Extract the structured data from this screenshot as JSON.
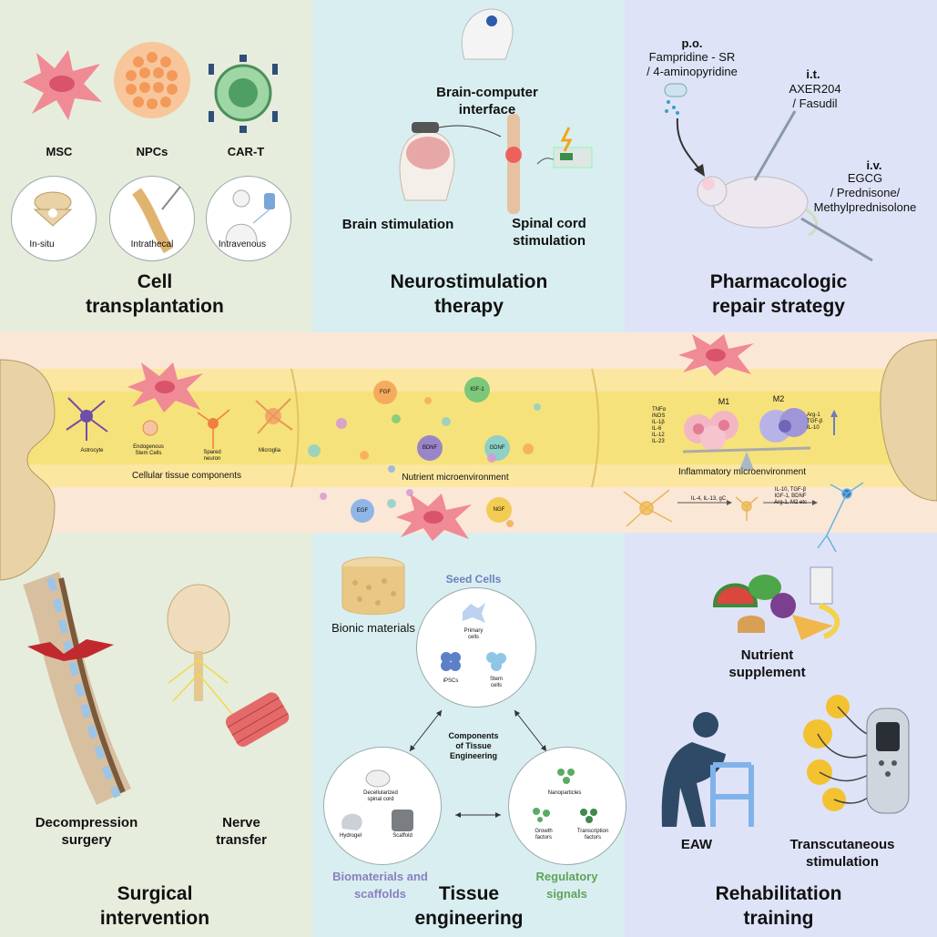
{
  "top_left": {
    "title": "Cell\ntransplantation",
    "cells": [
      "MSC",
      "NPCs",
      "CAR-T"
    ],
    "routes": [
      "In-situ",
      "Intrathecal",
      "Intravenous"
    ]
  },
  "top_middle": {
    "title": "Neurostimulation\ntherapy",
    "bci": "Brain-computer\ninterface",
    "brain_stim": "Brain stimulation",
    "spinal_stim": "Spinal cord\nstimulation"
  },
  "top_right": {
    "title": "Pharmacologic\nrepair strategy",
    "po_route": "p.o.",
    "po_drugs": "Fampridine - SR\n/ 4-aminopyridine",
    "it_route": "i.t.",
    "it_drugs": "AXER204\n/ Fasudil",
    "iv_route": "i.v.",
    "iv_drugs": "EGCG\n/ Prednisone/\nMethylprednisolone"
  },
  "spinal_cord": {
    "cell_types": [
      "Astrocyte",
      "Endogenous\nStem Cells",
      "Spared\nneuron",
      "Microglia"
    ],
    "section1": "Cellular tissue components",
    "section2": "Nutrient microenvironment",
    "section3": "Inflammatory microenvironment",
    "factors": [
      "FGF",
      "IGF-1",
      "BDNF",
      "GDNF",
      "EGF",
      "NGF"
    ],
    "m1": "M1",
    "m2": "M2",
    "m1_markers": "TNFα\niNOS\nIL-1β\nIL-6\nIL-12\nIL-23",
    "m2_markers": "Arg-1\nTGF-β\nIL-10",
    "path1": "IL-4, IL-13, gC",
    "path2": "IL-10, TGF-β\nIGF-1, BDNF\nArg-1, M2 etc"
  },
  "bottom_left": {
    "title": "Surgical\nintervention",
    "item1": "Decompression\nsurgery",
    "item2": "Nerve\ntransfer"
  },
  "bottom_middle": {
    "title": "Tissue\nengineering",
    "bionic": "Bionic materials",
    "seed_cells": "Seed Cells",
    "primary": "Primary\ncells",
    "ipscs": "iPSCs",
    "stem": "Stem\ncells",
    "components": "Components\nof Tissue\nEngineering",
    "decell": "Decellularized\nspinal cord",
    "hydrogel": "Hydrogel",
    "scaffold": "Scaffold",
    "nano": "Nanoparticles",
    "growth": "Growth\nfactors",
    "transcription": "Transcription\nfactors",
    "biomaterials": "Biomaterials and\nscaffolds",
    "regulatory": "Regulatory\nsignals"
  },
  "bottom_right": {
    "title": "Rehabilitation\ntraining",
    "nutrient": "Nutrient\nsupplement",
    "eaw": "EAW",
    "transcutaneous": "Transcutaneous\nstimulation"
  },
  "colors": {
    "green_panel": "#e6eddc",
    "blue_panel": "#d9eef0",
    "purple_panel": "#dfe3f7",
    "cord": "#f6e27a",
    "band": "#fbe7d6",
    "bone": "#e8d2a6",
    "msc": "#f08a95"
  }
}
